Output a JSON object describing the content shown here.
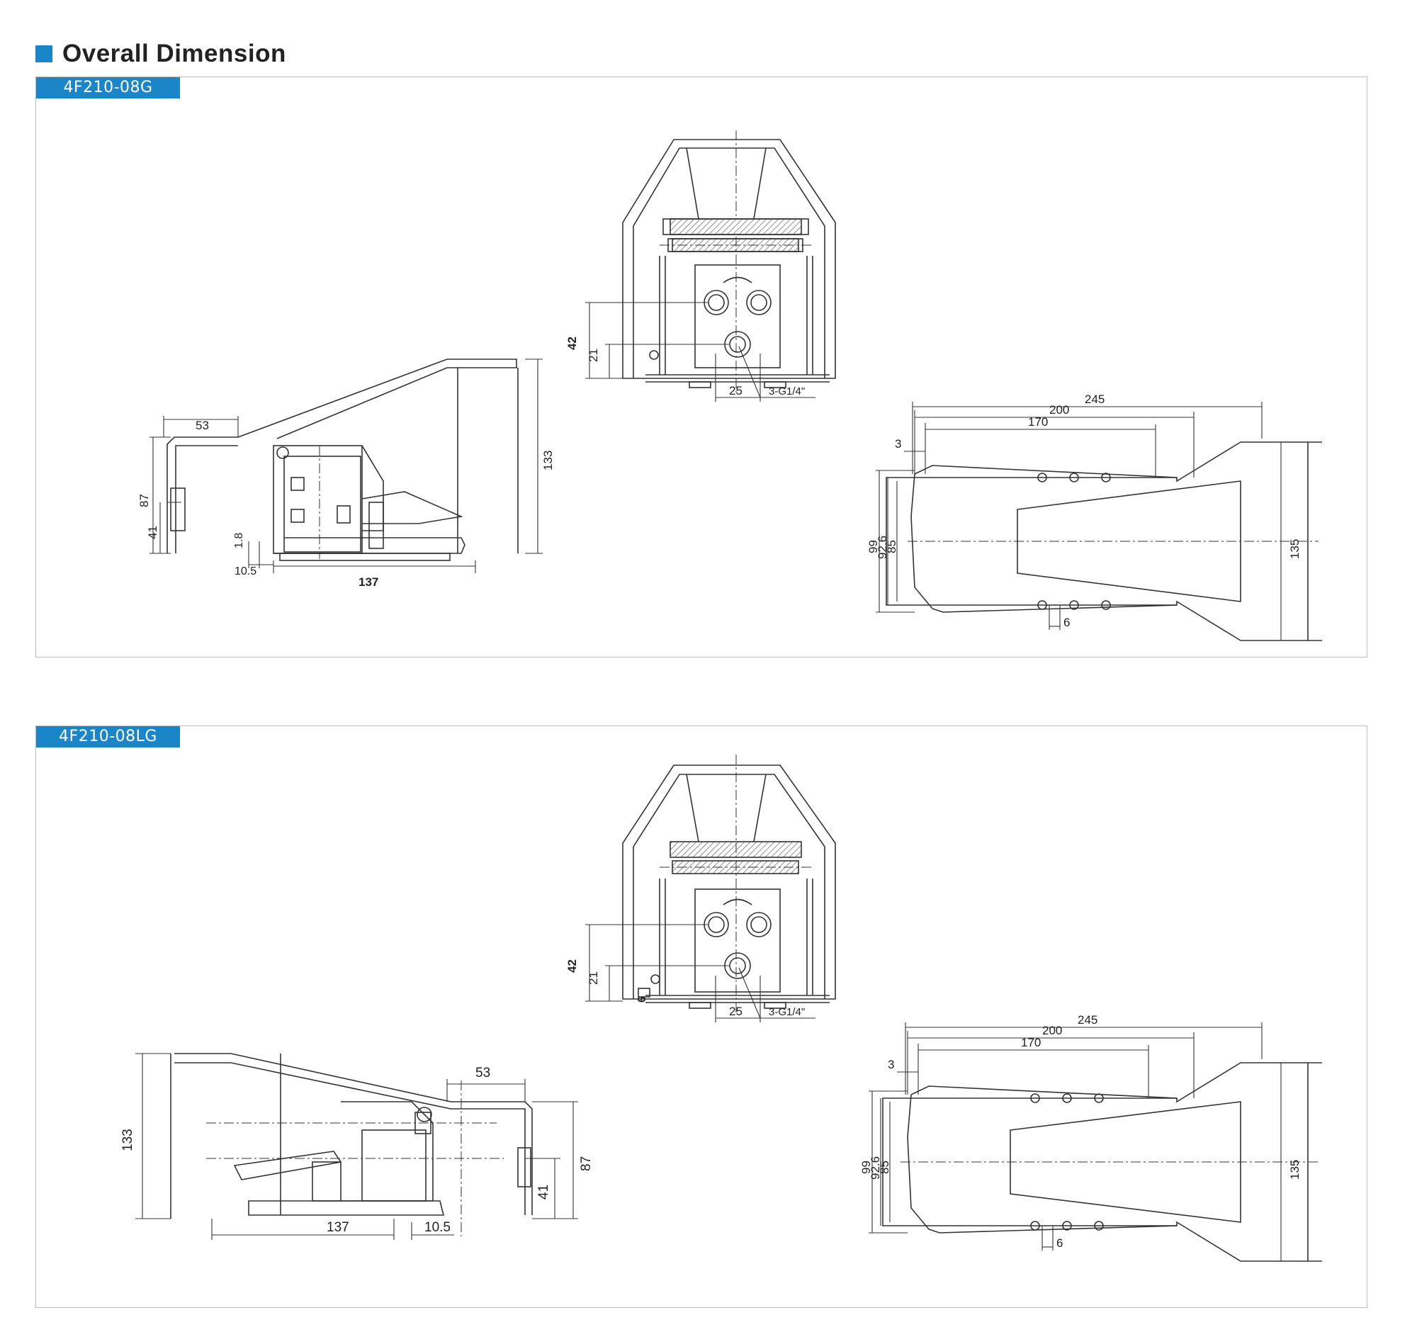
{
  "section_title": "Overall Dimension",
  "accent_color": "#1a86c8",
  "models": [
    {
      "name": "4F210-08G",
      "front_view": {
        "dim_42": "42",
        "dim_21": "21",
        "dim_25": "25",
        "port": "3-G1/4\""
      },
      "side_view": {
        "dim_53": "53",
        "dim_133": "133",
        "dim_87": "87",
        "dim_41": "41",
        "dim_1_8": "1.8",
        "dim_10_5": "10.5",
        "dim_137": "137"
      },
      "top_view": {
        "dim_245": "245",
        "dim_200": "200",
        "dim_170": "170",
        "dim_3": "3",
        "dim_99": "99",
        "dim_92_6": "92.6",
        "dim_85": "85",
        "dim_135": "135",
        "dim_6": "6"
      }
    },
    {
      "name": "4F210-08LG",
      "front_view": {
        "dim_42": "42",
        "dim_21": "21",
        "dim_6": "6",
        "dim_25": "25",
        "port": "3-G1/4\""
      },
      "side_view": {
        "dim_133": "133",
        "dim_53": "53",
        "dim_87": "87",
        "dim_41": "41",
        "dim_137": "137",
        "dim_10_5": "10.5"
      },
      "top_view": {
        "dim_245": "245",
        "dim_200": "200",
        "dim_170": "170",
        "dim_3": "3",
        "dim_99": "99",
        "dim_92_6": "92.6",
        "dim_85": "85",
        "dim_135": "135",
        "dim_6": "6"
      }
    }
  ]
}
